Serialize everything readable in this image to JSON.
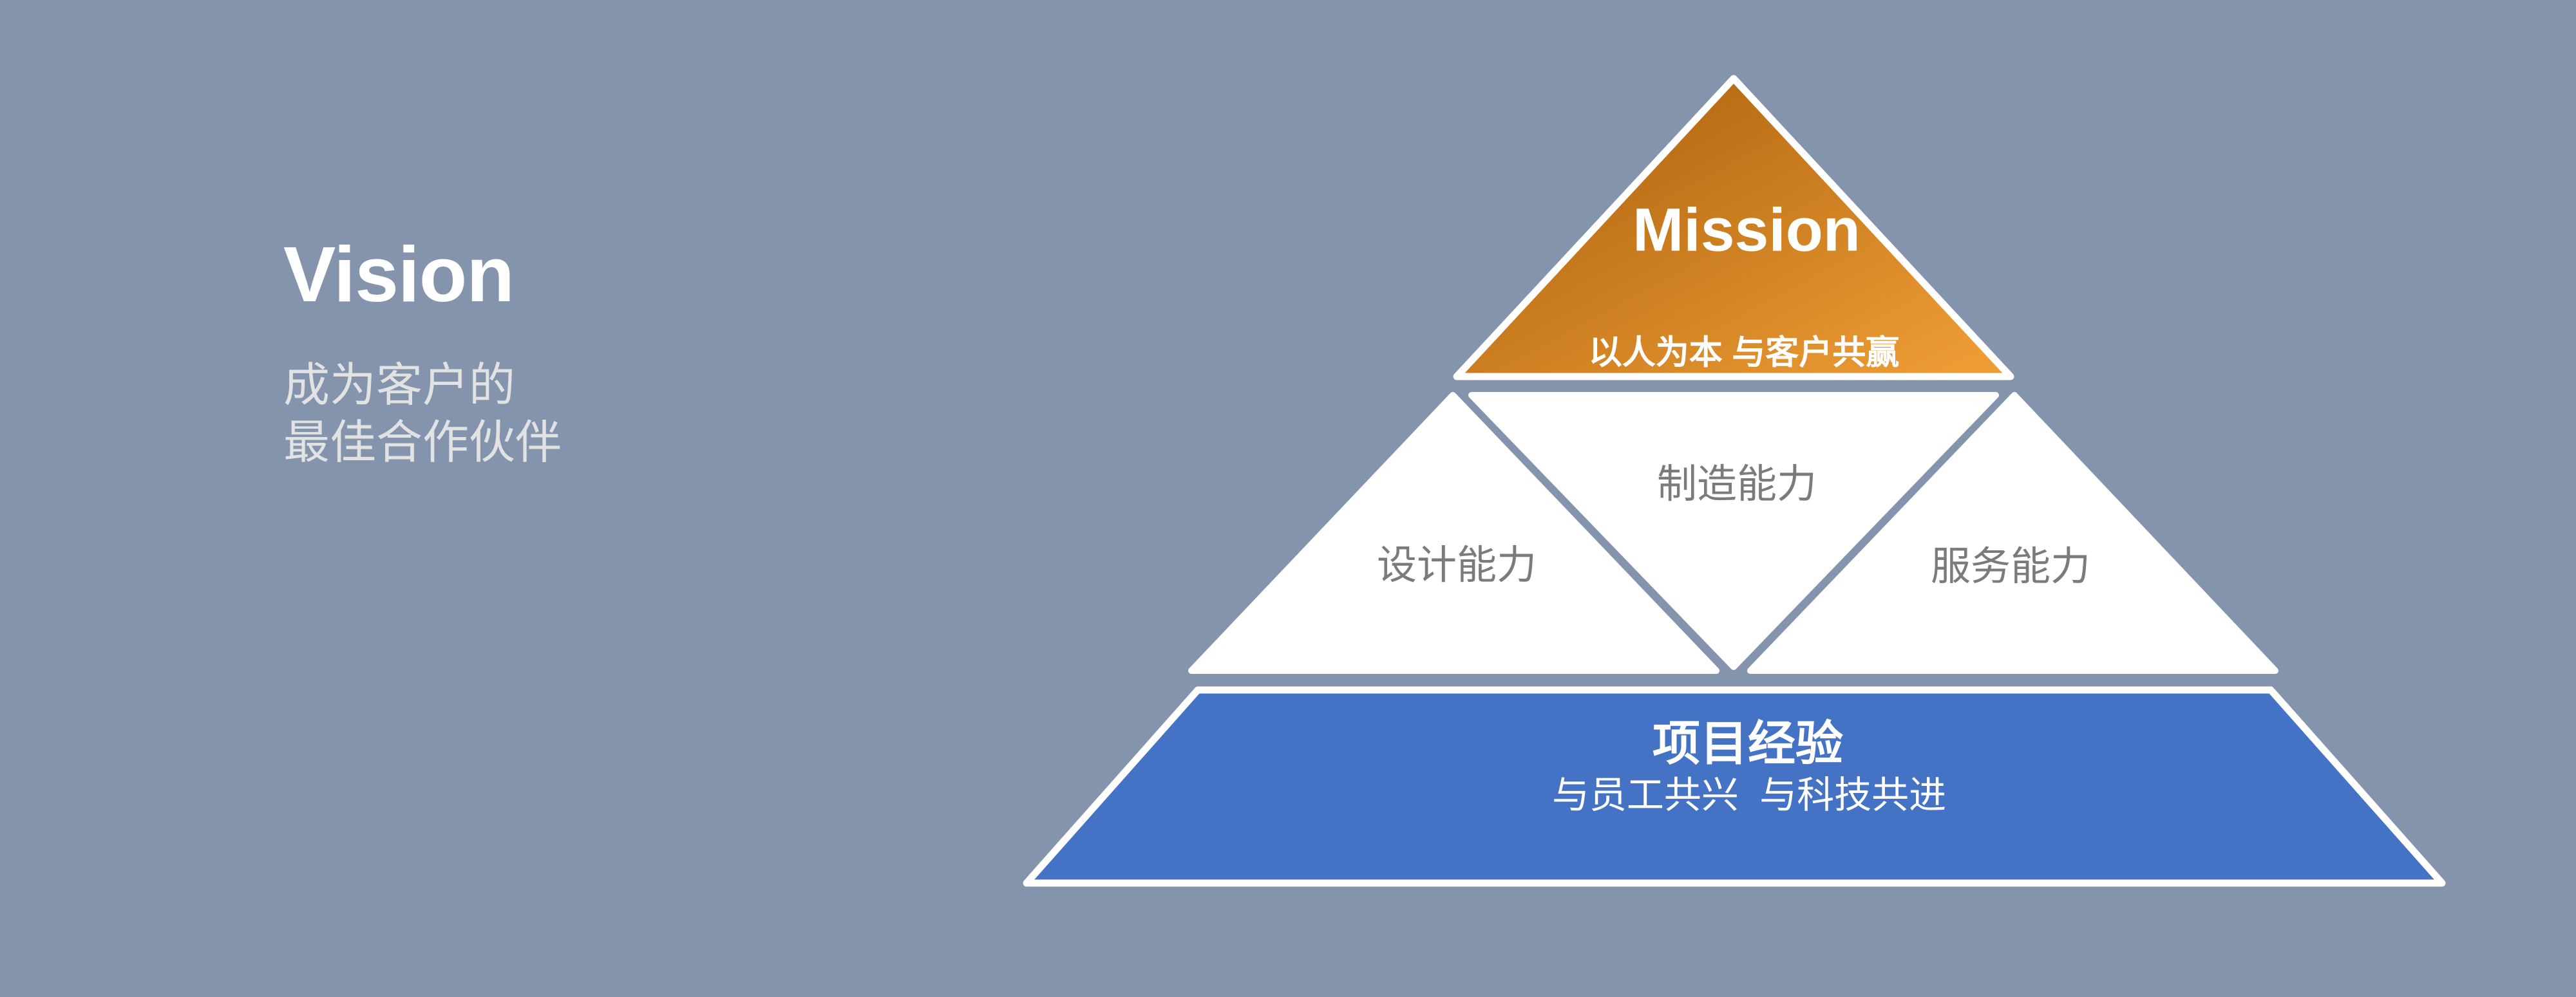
{
  "colors": {
    "background": "#8594AD",
    "trapezoid_blue": "#4472C4",
    "orange_dark": "#A95F0C",
    "orange_light": "#EE9D35",
    "capability_label_gray": "#7B7B7B",
    "text_white": "#FFFFFF",
    "vision_subtitle_gray": "#E2E2E2"
  },
  "vision": {
    "title": "Vision",
    "subtitle_line1": "成为客户的",
    "subtitle_line2": "最佳合作伙伴"
  },
  "pyramid": {
    "mission": {
      "title": "Mission",
      "subtitle": "以人为本 与客户共赢"
    },
    "capabilities": [
      {
        "label": "设计能力"
      },
      {
        "label": "制造能力"
      },
      {
        "label": "服务能力"
      }
    ],
    "base": {
      "title": "项目经验",
      "subtitle": "与员工共兴  与科技共进"
    }
  }
}
